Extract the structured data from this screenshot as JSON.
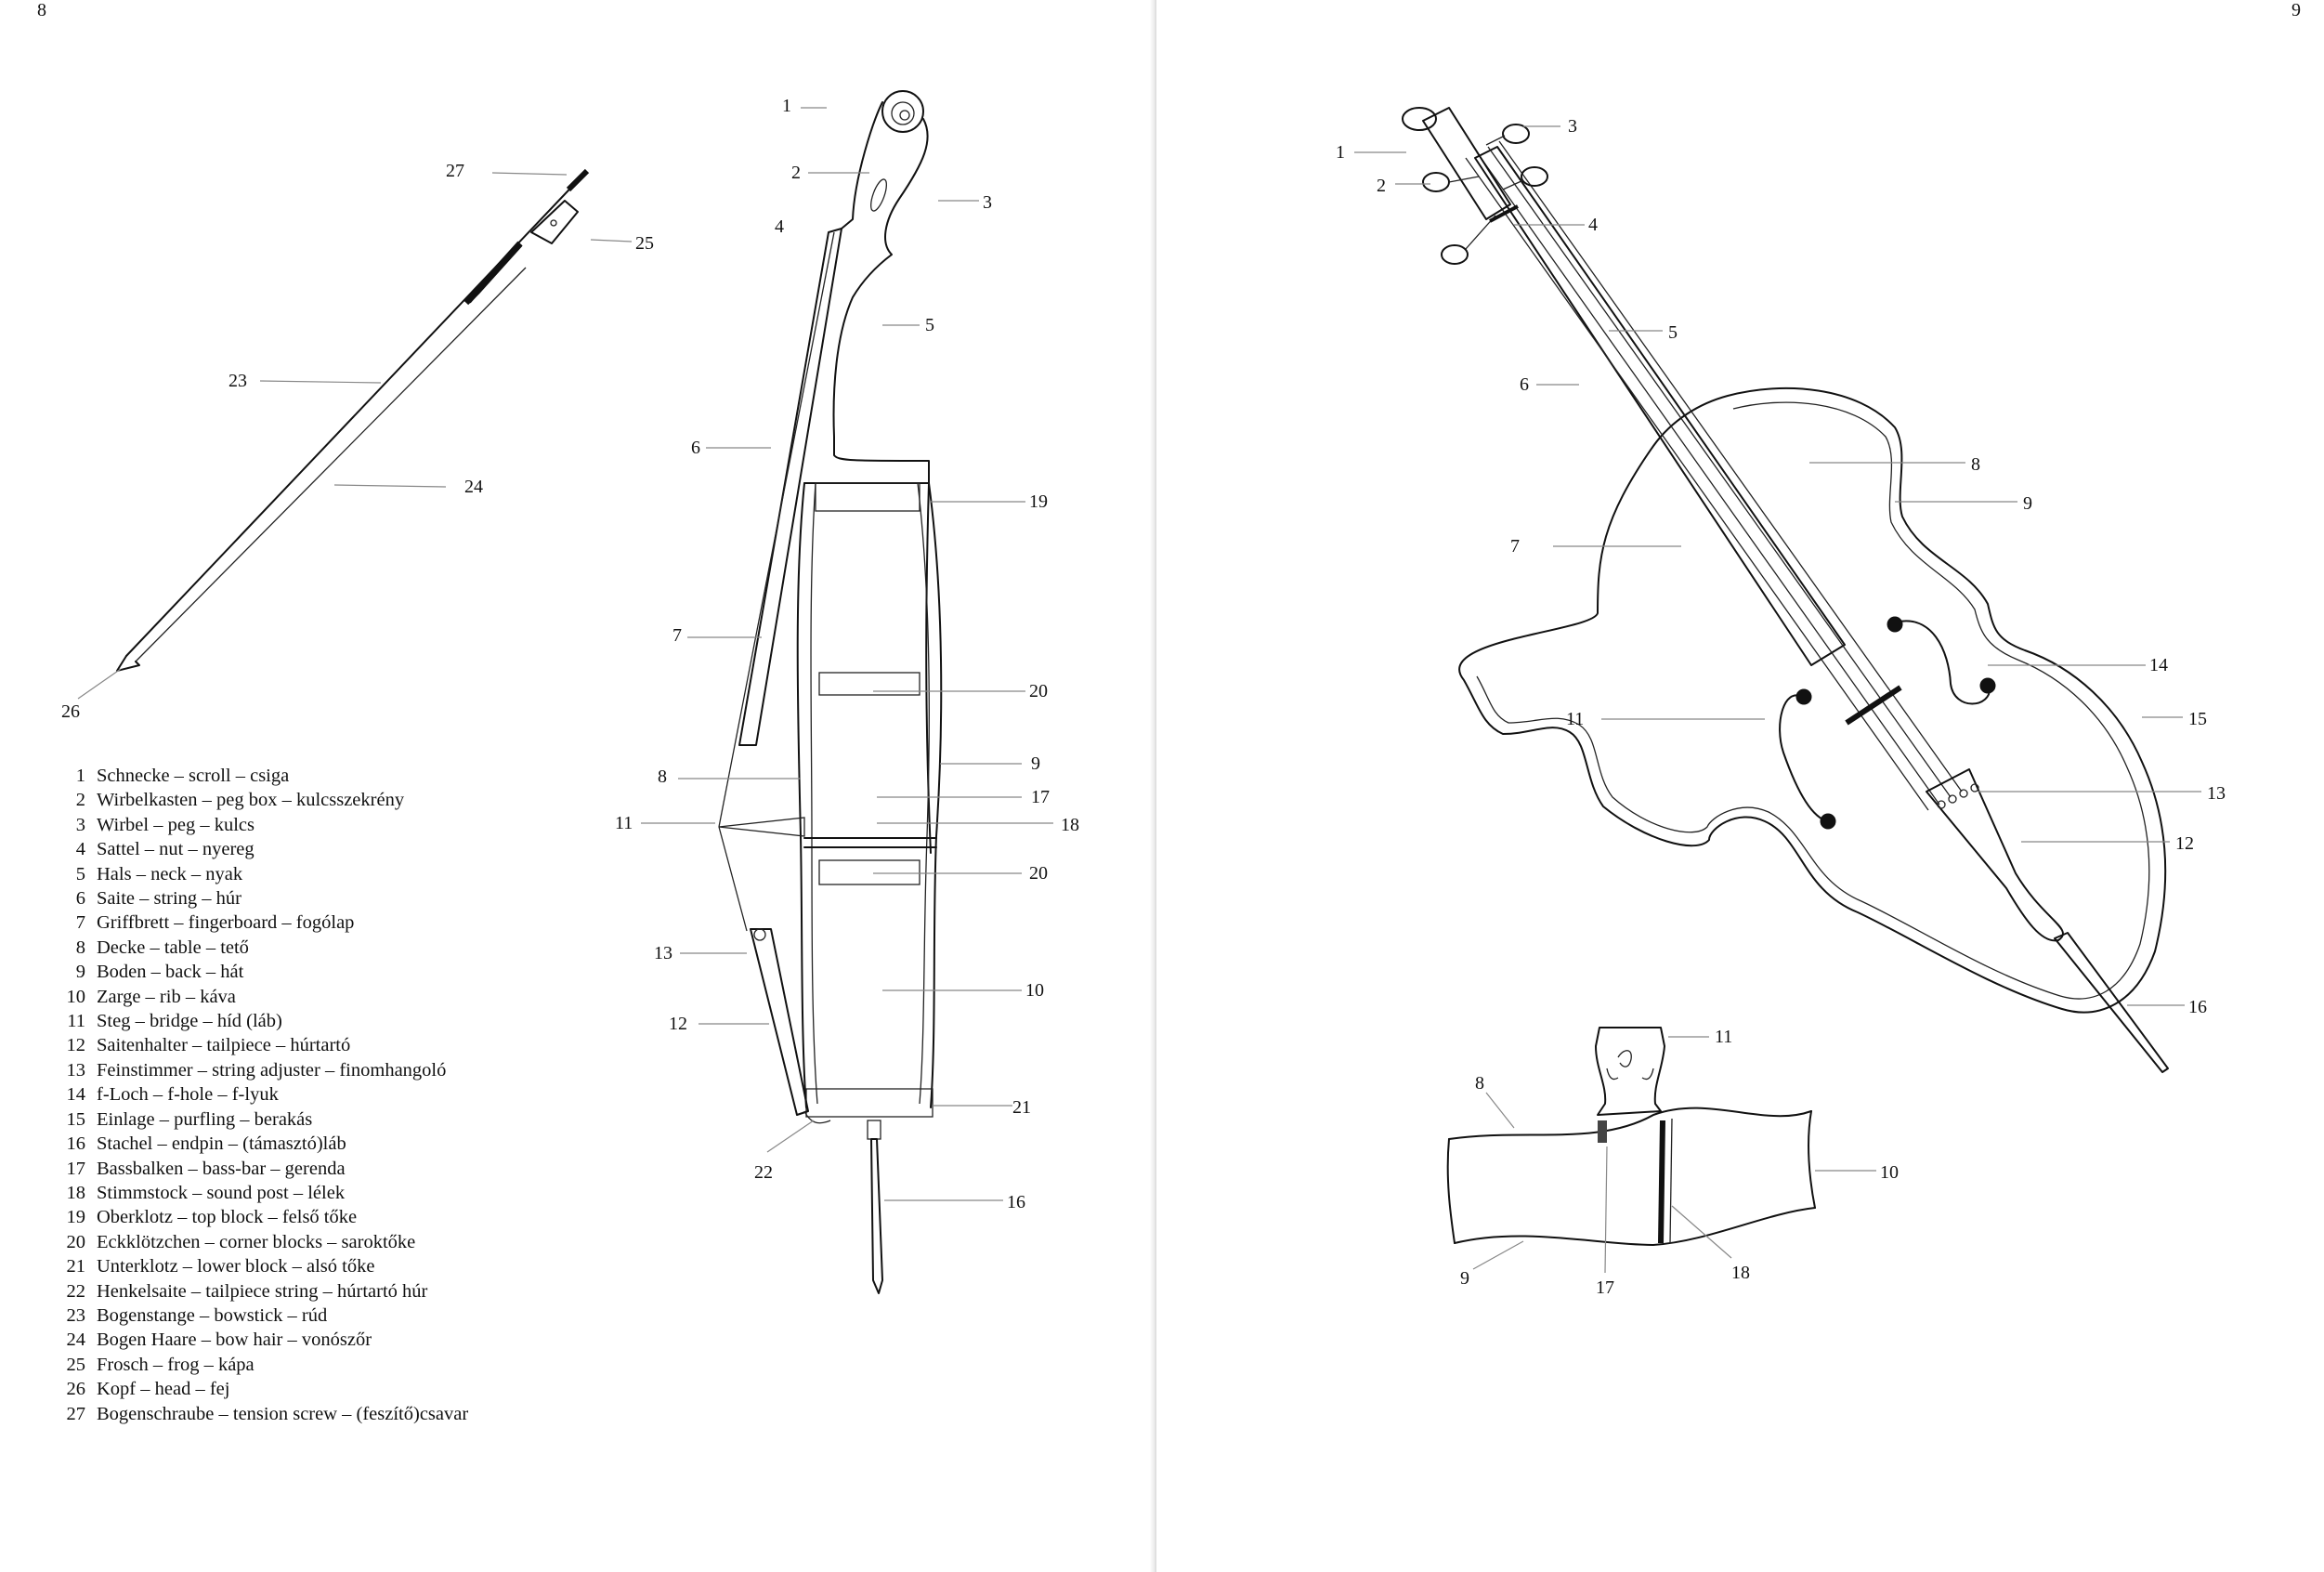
{
  "pages": {
    "left_number": "8",
    "right_number": "9"
  },
  "legend": [
    {
      "num": "1",
      "text": "Schnecke – scroll – csiga"
    },
    {
      "num": "2",
      "text": "Wirbelkasten – peg box – kulcsszekrény"
    },
    {
      "num": "3",
      "text": "Wirbel – peg – kulcs"
    },
    {
      "num": "4",
      "text": "Sattel – nut – nyereg"
    },
    {
      "num": "5",
      "text": "Hals – neck – nyak"
    },
    {
      "num": "6",
      "text": "Saite – string – húr"
    },
    {
      "num": "7",
      "text": "Griffbrett – fingerboard – fogólap"
    },
    {
      "num": "8",
      "text": "Decke – table – tető"
    },
    {
      "num": "9",
      "text": "Boden – back – hát"
    },
    {
      "num": "10",
      "text": "Zarge – rib – káva"
    },
    {
      "num": "11",
      "text": "Steg – bridge – híd (láb)"
    },
    {
      "num": "12",
      "text": "Saitenhalter – tailpiece – húrtartó"
    },
    {
      "num": "13",
      "text": "Feinstimmer – string adjuster – finomhangoló"
    },
    {
      "num": "14",
      "text": "f-Loch – f-hole – f-lyuk"
    },
    {
      "num": "15",
      "text": "Einlage – purfling – berakás"
    },
    {
      "num": "16",
      "text": "Stachel – endpin – (támasztó)láb"
    },
    {
      "num": "17",
      "text": "Bassbalken – bass-bar – gerenda"
    },
    {
      "num": "18",
      "text": "Stimmstock – sound post – lélek"
    },
    {
      "num": "19",
      "text": "Oberklotz – top block – felső tőke"
    },
    {
      "num": "20",
      "text": "Eckklötzchen – corner blocks – saroktőke"
    },
    {
      "num": "21",
      "text": "Unterklotz – lower block – alsó tőke"
    },
    {
      "num": "22",
      "text": "Henkelsaite – tailpiece string – húrtartó húr"
    },
    {
      "num": "23",
      "text": "Bogenstange – bowstick – rúd"
    },
    {
      "num": "24",
      "text": "Bogen Haare – bow hair – vonószőr"
    },
    {
      "num": "25",
      "text": "Frosch – frog – kápa"
    },
    {
      "num": "26",
      "text": "Kopf – head – fej"
    },
    {
      "num": "27",
      "text": "Bogenschraube – tension screw – (feszítő)csavar"
    }
  ],
  "callouts": {
    "bow": [
      "27",
      "25",
      "23",
      "24",
      "26"
    ],
    "section": [
      "1",
      "2",
      "3",
      "4",
      "5",
      "6",
      "19",
      "7",
      "20",
      "9",
      "8",
      "17",
      "11",
      "18",
      "20",
      "13",
      "10",
      "12",
      "21",
      "22",
      "16"
    ],
    "cello": [
      "3",
      "1",
      "2",
      "4",
      "5",
      "6",
      "8",
      "9",
      "7",
      "14",
      "11",
      "15",
      "13",
      "12",
      "16"
    ],
    "bridge_detail": [
      "11",
      "8",
      "10",
      "9",
      "17",
      "18"
    ]
  }
}
